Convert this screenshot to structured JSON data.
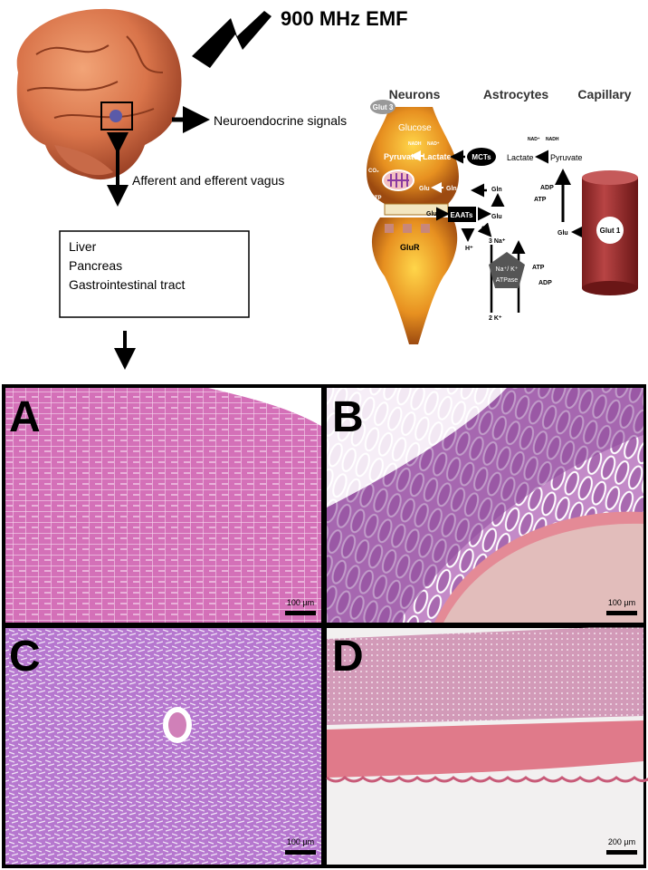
{
  "top": {
    "emf_label": "900 MHz EMF",
    "neuroendocrine_label": "Neuroendocrine signals",
    "vagus_label": "Afferent and efferent vagus",
    "organs": [
      "Liver",
      "Pancreas",
      "Gastrointestinal tract"
    ]
  },
  "cell_diagram": {
    "headers": [
      "Neurons",
      "Astrocytes",
      "Capillary"
    ],
    "labels": {
      "glut3": "Glut 3",
      "glucose": "Glucose",
      "nadh_n": "NADH",
      "nad_n": "NAD⁺",
      "pyruvate_n": "Pyruvate",
      "lactate_n": "Lactate",
      "mcts": "MCTs",
      "co2": "CO₂",
      "atp_n": "ATP",
      "glu_n1": "Glu",
      "gln_n": "Gln",
      "glu_syn": "Glu",
      "eaats": "EAATs",
      "gln_a": "Gln",
      "glu_a": "Glu",
      "h_plus": "H⁺",
      "na3": "3 Na⁺",
      "k2": "2 K⁺",
      "pump_top": "Na⁺/ K⁺",
      "pump_bottom": "ATPase",
      "atp_pump": "ATP",
      "adp_pump": "ADP",
      "lactate_a": "Lactate",
      "pyruvate_a": "Pyruvate",
      "nad_a": "NAD⁺",
      "nadh_a": "NADH",
      "adp_a": "ADP",
      "atp_a": "ATP",
      "glu_cap": "Glu",
      "glut1": "Glut 1",
      "glur": "GluR"
    }
  },
  "panels": [
    {
      "letter": "A",
      "scale": "100 µm"
    },
    {
      "letter": "B",
      "scale": "100 µm"
    },
    {
      "letter": "C",
      "scale": "100 µm"
    },
    {
      "letter": "D",
      "scale": "200 µm"
    }
  ]
}
